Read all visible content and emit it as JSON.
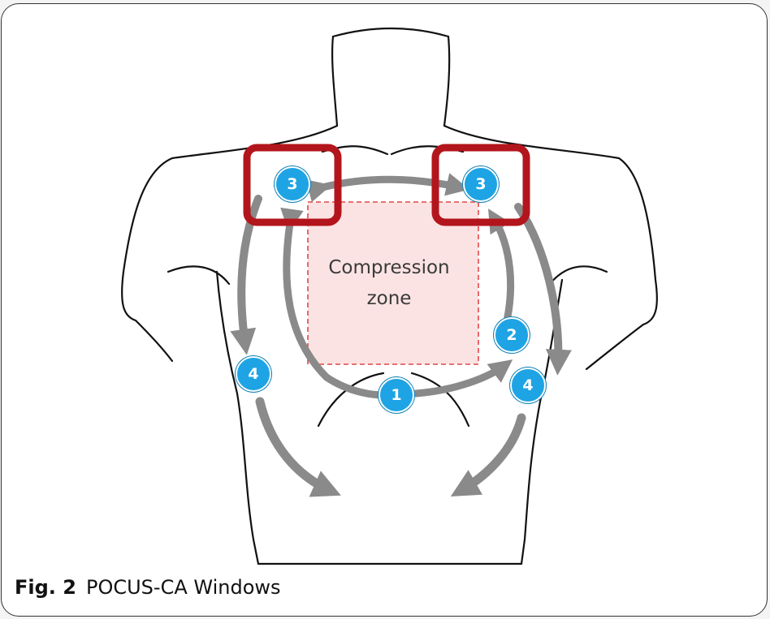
{
  "zone": {
    "line1": "Compression",
    "line2": "zone"
  },
  "windows": [
    {
      "id": "window-1",
      "number": "1"
    },
    {
      "id": "window-2",
      "number": "2"
    },
    {
      "id": "window-3-left",
      "number": "3"
    },
    {
      "id": "window-3-right",
      "number": "3"
    },
    {
      "id": "window-4-left",
      "number": "4"
    },
    {
      "id": "window-4-right",
      "number": "4"
    }
  ],
  "caption": {
    "lead": "Fig. 2",
    "text": "POCUS-CA Windows"
  },
  "colors": {
    "badge": "#1ea4e4",
    "highlight_box": "#b3151c",
    "arrow": "#8a8a8a",
    "zone_fill": "#fbe3e3",
    "zone_border": "#e04848"
  }
}
